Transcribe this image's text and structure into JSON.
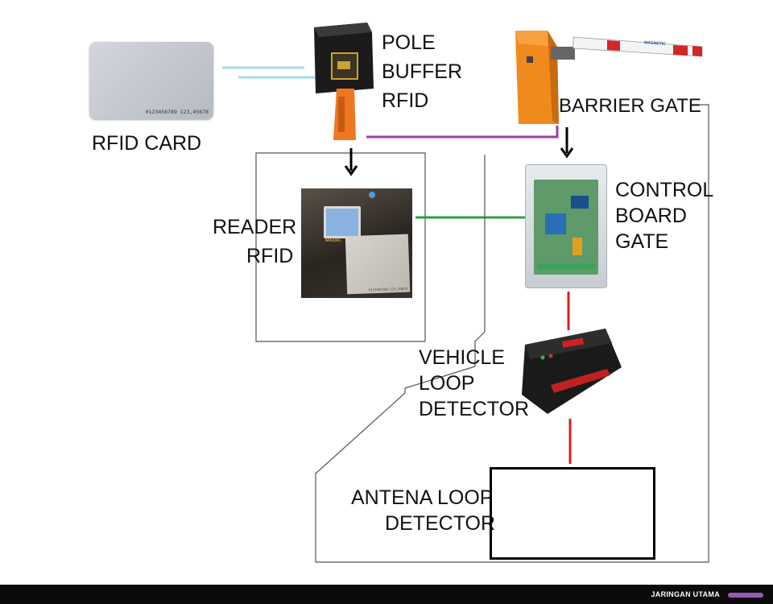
{
  "labels": {
    "rfid_card": "RFID CARD",
    "pole_buffer": [
      "POLE",
      "BUFFER",
      "RFID"
    ],
    "barrier_gate": "BARRIER GATE",
    "control_board": [
      "CONTROL",
      "BOARD",
      "GATE"
    ],
    "reader_rfid": [
      "READER",
      "RFID"
    ],
    "vehicle_loop": [
      "VEHICLE",
      "LOOP",
      "DETECTOR"
    ],
    "antena_loop": [
      "ANTENA LOOP",
      "DETECTOR"
    ]
  },
  "card": {
    "number": "0123456789 123,45678"
  },
  "barrier": {
    "brand": "MAGNETIC"
  },
  "reader": {
    "brand": "MAGIC",
    "card_number": "0123456789 123,45678"
  },
  "footer": {
    "text": "JARINGAN UTAMA"
  },
  "colors": {
    "rfid_signal": "#a8d8ea",
    "purple_link": "#9b3ea5",
    "green_link": "#2e9e48",
    "red_link": "#e21d1d",
    "barrier_orange": "#f08a1c",
    "footer_bar": "#9b59b6"
  }
}
